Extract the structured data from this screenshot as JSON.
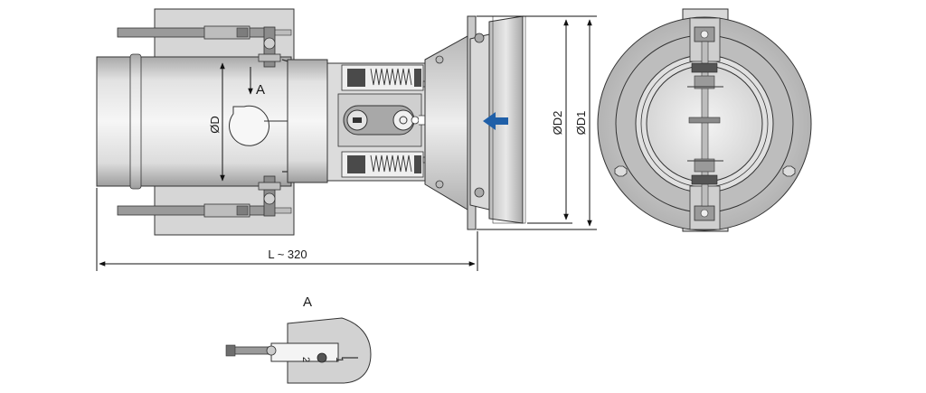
{
  "labels": {
    "view_arrow": "A",
    "diameter_d": "ØD",
    "diameter_d2": "ØD2",
    "diameter_d1": "ØD1",
    "length": "L ~ 320",
    "detail_title": "A",
    "detail_pos_1": "1",
    "detail_pos_2": "2"
  },
  "colors": {
    "flow_arrow": "#1f5fa8",
    "metal_light": "#e6e6e6",
    "metal_mid": "#c8c8c8",
    "metal_dark": "#9a9a9a",
    "line": "#222222"
  }
}
